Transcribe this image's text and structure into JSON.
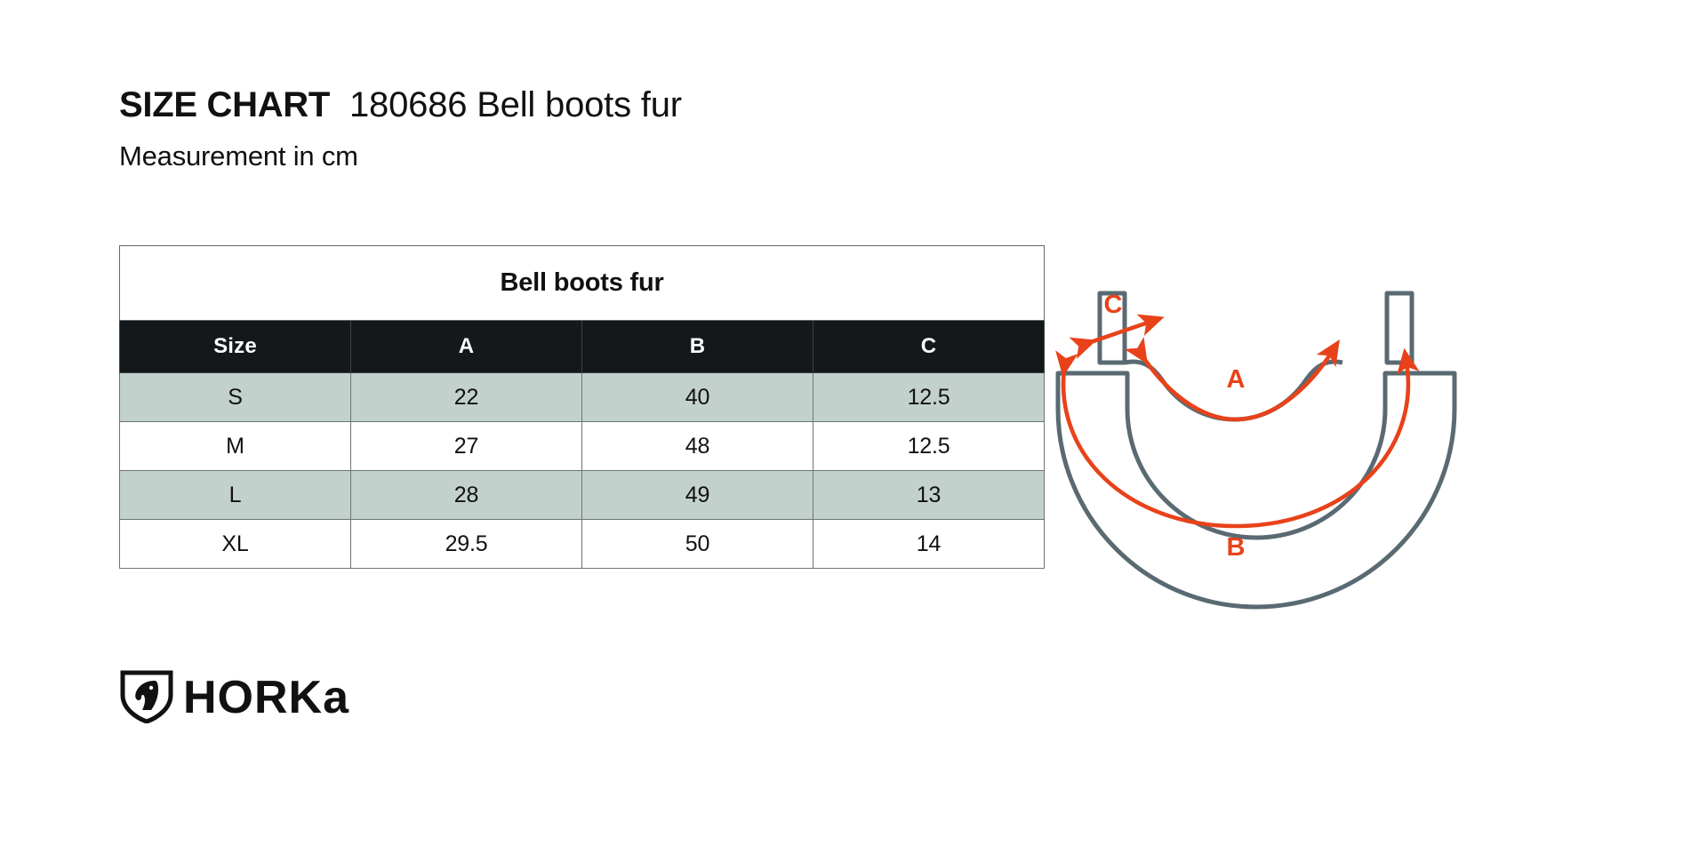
{
  "header": {
    "title_bold": "SIZE CHART",
    "title_rest": "180686 Bell boots fur",
    "subtitle": "Measurement in cm"
  },
  "table": {
    "caption": "Bell boots fur",
    "columns": [
      "Size",
      "A",
      "B",
      "C"
    ],
    "rows": [
      {
        "size": "S",
        "a": "22",
        "b": "40",
        "c": "12.5"
      },
      {
        "size": "M",
        "a": "27",
        "b": "48",
        "c": "12.5"
      },
      {
        "size": "L",
        "a": "28",
        "b": "49",
        "c": "13"
      },
      {
        "size": "XL",
        "a": "29.5",
        "b": "50",
        "c": "14"
      }
    ]
  },
  "diagram": {
    "title": "bell-boot-measurement-diagram",
    "labels": {
      "a": "A",
      "b": "B",
      "c": "C"
    },
    "outline_color": "#5a6a72",
    "arrow_color": "#E8421A"
  },
  "logo": {
    "wordmark": "HORKa",
    "icon": "horse-head-shield-icon",
    "color": "#111111"
  },
  "colors": {
    "header_row_bg": "#14181b",
    "header_row_text": "#ffffff",
    "shaded_row_bg": "#c3d1cd",
    "plain_row_bg": "#ffffff",
    "border": "#5f6a6d",
    "text": "#111111",
    "accent_orange": "#E8421A",
    "outline_slate": "#5a6a72"
  }
}
